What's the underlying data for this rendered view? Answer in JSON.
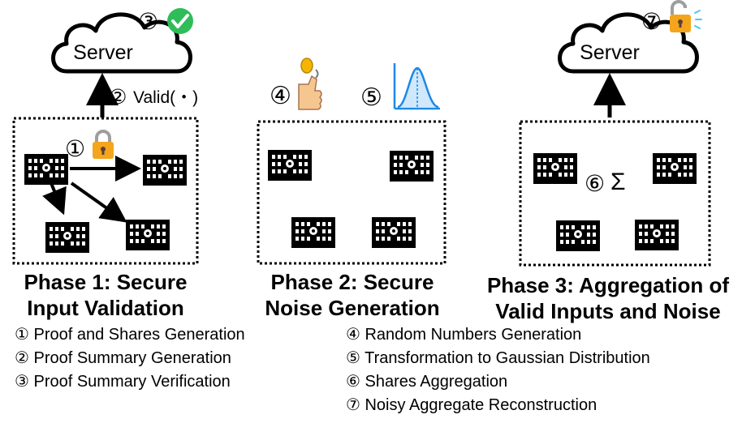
{
  "server_label": "Server",
  "circled": {
    "n1": "①",
    "n2": "②",
    "n3": "③",
    "n4": "④",
    "n5": "⑤",
    "n6": "⑥",
    "n7": "⑦"
  },
  "valid_text": "Valid(・)",
  "sigma": "Σ",
  "icons": {
    "lock_color": "#f4a51c",
    "check_color": "#2ebd59",
    "gaussian_color": "#1e88e5",
    "hand_color": "#f6c690"
  },
  "phases": [
    {
      "title_line1": "Phase 1: Secure",
      "title_line2": "Input Validation"
    },
    {
      "title_line1": "Phase 2: Secure",
      "title_line2": "Noise Generation"
    },
    {
      "title_line1": "Phase 3: Aggregation of",
      "title_line2": "Valid Inputs and Noise"
    }
  ],
  "legend_left": [
    "① Proof and Shares Generation",
    "② Proof Summary Generation",
    "③ Proof Summary Verification"
  ],
  "legend_right": [
    "④ Random Numbers Generation",
    "⑤ Transformation to Gaussian Distribution",
    "⑥ Shares Aggregation",
    "⑦ Noisy Aggregate Reconstruction"
  ]
}
